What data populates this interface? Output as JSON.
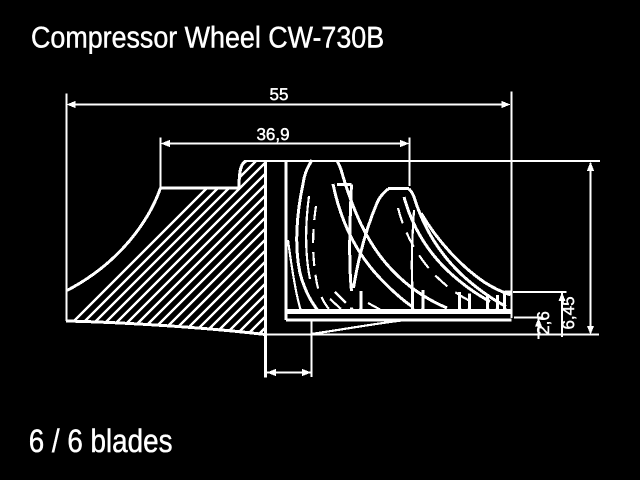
{
  "meta": {
    "background_color": "#000000",
    "line_color": "#ffffff",
    "text_color": "#ffffff",
    "drawing_type": "technical cross-section drawing of a turbocharger compressor wheel"
  },
  "title": "Compressor Wheel CW-730B",
  "footer": "6 / 6 blades",
  "dimensions": {
    "overall_diameter": {
      "label": "55",
      "orientation": "horizontal"
    },
    "inducer_diameter": {
      "label": "36,9",
      "orientation": "horizontal"
    },
    "backplate_rim_height": {
      "label": "2,6",
      "orientation": "vertical"
    },
    "exducer_tip_height": {
      "label": "6,45",
      "orientation": "vertical"
    }
  }
}
